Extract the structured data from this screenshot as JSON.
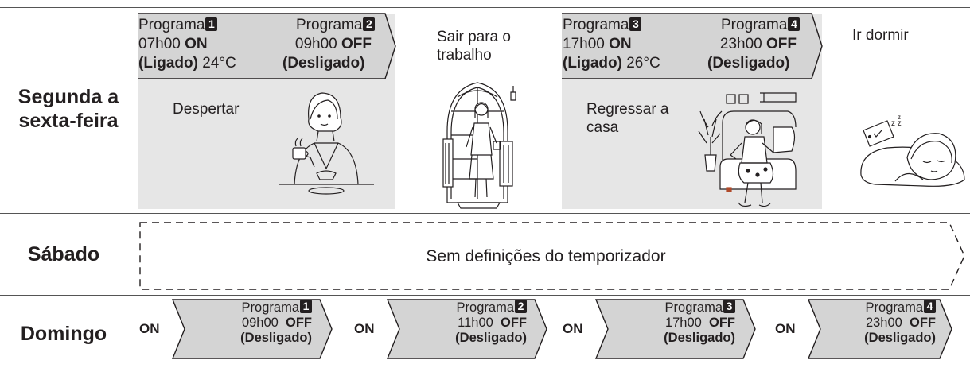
{
  "rows": {
    "weekday": "Segunda a sexta-feira",
    "weekday_line1": "Segunda a",
    "weekday_line2": "sexta-feira",
    "saturday": "Sábado",
    "sunday": "Domingo"
  },
  "weekday_programs": [
    {
      "label": "Programa",
      "num": "1",
      "time": "07h00",
      "state": "ON",
      "state_note": "(Ligado)",
      "temp": "24°C"
    },
    {
      "label": "Programa",
      "num": "2",
      "time": "09h00",
      "state": "OFF",
      "state_note": "(Desligado)"
    },
    {
      "label": "Programa",
      "num": "3",
      "time": "17h00",
      "state": "ON",
      "state_note": "(Ligado)",
      "temp": "26°C"
    },
    {
      "label": "Programa",
      "num": "4",
      "time": "23h00",
      "state": "OFF",
      "state_note": "(Desligado)"
    }
  ],
  "activities": {
    "wake": "Despertar",
    "leave_l1": "Sair para o",
    "leave_l2": "trabalho",
    "home_l1": "Regressar a",
    "home_l2": "casa",
    "sleep": "Ir dormir"
  },
  "saturday_text": "Sem definições do temporizador",
  "sunday_programs": [
    {
      "on": "ON",
      "label": "Programa",
      "num": "1",
      "time": "09h00",
      "state": "OFF",
      "state_note": "(Desligado)"
    },
    {
      "on": "ON",
      "label": "Programa",
      "num": "2",
      "time": "11h00",
      "state": "OFF",
      "state_note": "(Desligado)"
    },
    {
      "on": "ON",
      "label": "Programa",
      "num": "3",
      "time": "17h00",
      "state": "OFF",
      "state_note": "(Desligado)"
    },
    {
      "on": "ON",
      "label": "Programa",
      "num": "4",
      "time": "23h00",
      "state": "OFF",
      "state_note": "(Desligado)"
    }
  ],
  "colors": {
    "block": "#e6e6e6",
    "arrow_fill": "#d4d4d4",
    "ink": "#231f20"
  }
}
